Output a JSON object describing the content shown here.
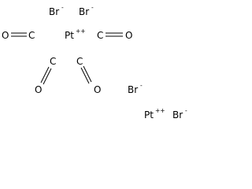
{
  "molecule": {
    "bromide_ions": [
      {
        "symbol": "Br",
        "charge": "-"
      },
      {
        "symbol": "Br",
        "charge": "-"
      },
      {
        "symbol": "Br",
        "charge": "-"
      },
      {
        "symbol": "Br",
        "charge": "-"
      }
    ],
    "platinum_ions": [
      {
        "symbol": "Pt",
        "charge": "++"
      },
      {
        "symbol": "Pt",
        "charge": "++"
      }
    ],
    "carbonyl_groups": [
      {
        "oxygen": "O",
        "carbon": "C",
        "bond": "double"
      },
      {
        "oxygen": "O",
        "carbon": "C",
        "bond": "double"
      },
      {
        "oxygen": "O",
        "carbon": "C",
        "bond": "double"
      },
      {
        "oxygen": "O",
        "carbon": "C",
        "bond": "double"
      }
    ]
  }
}
